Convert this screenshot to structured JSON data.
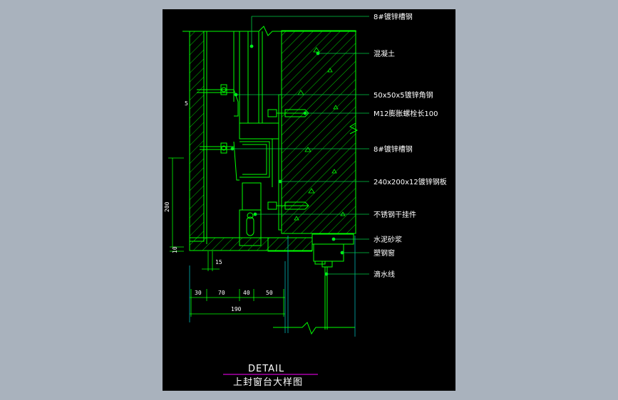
{
  "colors": {
    "background": "#a9b2bd",
    "canvas": "#000000",
    "linework": "#00ff00",
    "text": "#ffffff",
    "title_rule": "#ff00ff",
    "leader": "#00cc44"
  },
  "labels": {
    "channel_top": "8#镀锌槽钢",
    "concrete": "混凝土",
    "angle_steel": "50x50x5镀锌角钢",
    "bolt": "M12膨胀螺栓长100",
    "channel_mid": "8#镀锌槽钢",
    "plate": "240x200x12镀锌钢板",
    "hanger": "不锈钢干挂件",
    "mortar": "水泥砂浆",
    "window": "塑钢窗",
    "drip": "滴水线"
  },
  "dimensions": {
    "d5": "5",
    "d200": "200",
    "d10": "10",
    "d15": "15",
    "d30": "30",
    "d70": "70",
    "d40": "40",
    "d50": "50",
    "d190": "190"
  },
  "title": {
    "main": "DETAIL",
    "sub": "上封窗台大样图"
  }
}
